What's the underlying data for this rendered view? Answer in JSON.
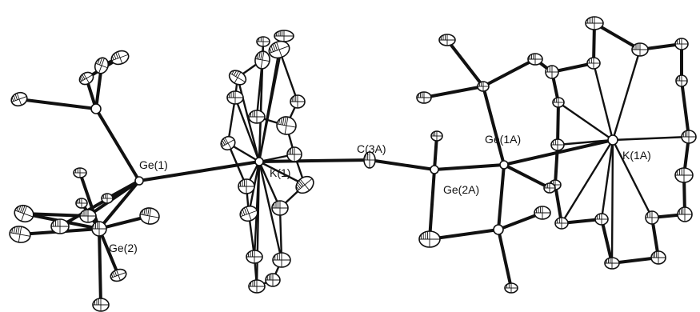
{
  "labels": {
    "ge1": "Ge(1)",
    "ge2": "Ge(2)",
    "k1": "K(1)",
    "c3a": "C(3A)",
    "ge1a": "Ge(1A)",
    "ge2a": "Ge(2A)",
    "k1a": "K(1A)"
  }
}
